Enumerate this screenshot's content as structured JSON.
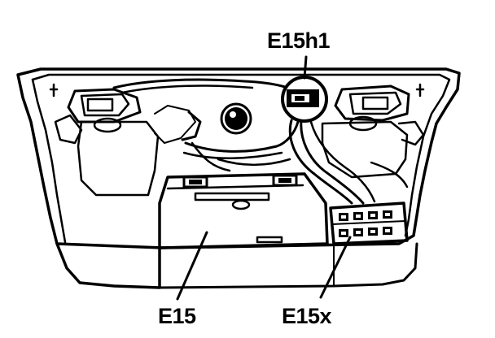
{
  "diagram": {
    "labels": {
      "lamp": "E15h1",
      "light_unit": "E15",
      "connector": "E15x"
    },
    "colors": {
      "ink": "#000000",
      "paper": "#ffffff"
    }
  }
}
